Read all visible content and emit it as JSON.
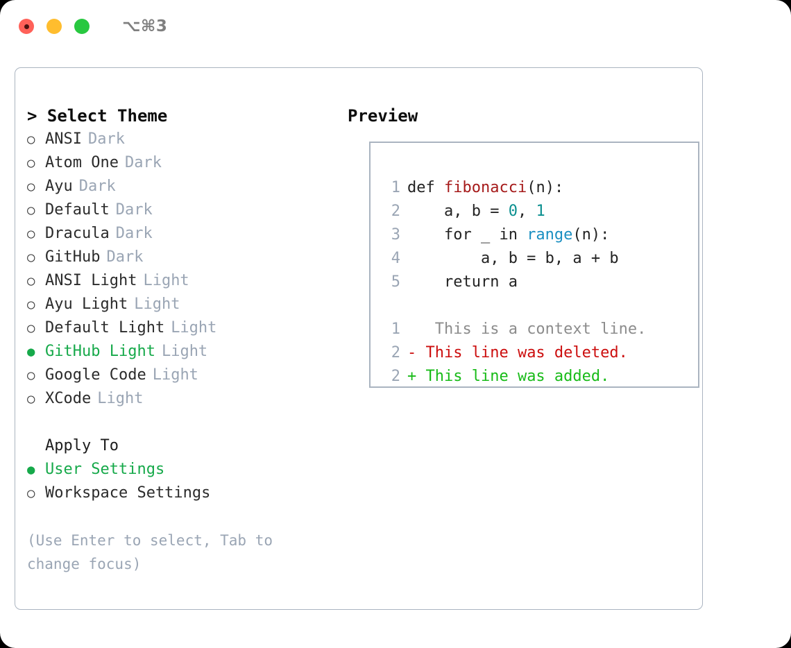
{
  "window": {
    "shortcut": "⌥⌘3",
    "traffic_lights": [
      "close-red",
      "minimize-yellow",
      "maximize-green"
    ]
  },
  "colors": {
    "accent_green": "#16a94a",
    "muted": "#9aa5b4",
    "text": "#2b2b2b",
    "border": "#aab4c0",
    "diff_add": "#18bb18",
    "diff_del": "#cc0e0e",
    "fn": "#a61b1b",
    "num": "#0a8f8f",
    "call": "#1a8fc1"
  },
  "left": {
    "title": "> Select Theme",
    "themes": [
      {
        "marker": "○",
        "name": "ANSI",
        "tag": "Dark",
        "selected": false
      },
      {
        "marker": "○",
        "name": "Atom One",
        "tag": "Dark",
        "selected": false
      },
      {
        "marker": "○",
        "name": "Ayu",
        "tag": "Dark",
        "selected": false
      },
      {
        "marker": "○",
        "name": "Default",
        "tag": "Dark",
        "selected": false
      },
      {
        "marker": "○",
        "name": "Dracula",
        "tag": "Dark",
        "selected": false
      },
      {
        "marker": "○",
        "name": "GitHub",
        "tag": "Dark",
        "selected": false
      },
      {
        "marker": "○",
        "name": "ANSI Light",
        "tag": "Light",
        "selected": false
      },
      {
        "marker": "○",
        "name": "Ayu Light",
        "tag": "Light",
        "selected": false
      },
      {
        "marker": "○",
        "name": "Default Light",
        "tag": "Light",
        "selected": false
      },
      {
        "marker": "●",
        "name": "GitHub Light",
        "tag": "Light",
        "selected": true
      },
      {
        "marker": "○",
        "name": "Google Code",
        "tag": "Light",
        "selected": false
      },
      {
        "marker": "○",
        "name": "XCode",
        "tag": "Light",
        "selected": false
      }
    ],
    "apply_to_label": "Apply To",
    "apply_to": [
      {
        "marker": "●",
        "name": "User Settings",
        "selected": true
      },
      {
        "marker": "○",
        "name": "Workspace Settings",
        "selected": false
      }
    ],
    "hint": "(Use Enter to select, Tab to change focus)"
  },
  "right": {
    "title": "Preview",
    "code_lines": [
      {
        "no": "1",
        "segments": [
          {
            "text": "def ",
            "style": "ctext"
          },
          {
            "text": "fibonacci",
            "style": "tok-fn"
          },
          {
            "text": "(n):",
            "style": "ctext"
          }
        ]
      },
      {
        "no": "2",
        "segments": [
          {
            "text": "    a, b = ",
            "style": "ctext"
          },
          {
            "text": "0",
            "style": "tok-num"
          },
          {
            "text": ", ",
            "style": "ctext"
          },
          {
            "text": "1",
            "style": "tok-num"
          }
        ]
      },
      {
        "no": "3",
        "segments": [
          {
            "text": "    for _ in ",
            "style": "ctext"
          },
          {
            "text": "range",
            "style": "tok-call"
          },
          {
            "text": "(n):",
            "style": "ctext"
          }
        ]
      },
      {
        "no": "4",
        "segments": [
          {
            "text": "        a, b = b, a + b",
            "style": "ctext"
          }
        ]
      },
      {
        "no": "5",
        "segments": [
          {
            "text": "    return a",
            "style": "ctext"
          }
        ]
      }
    ],
    "diff_lines": [
      {
        "no": "1",
        "sign": " ",
        "text": "  This is a context line.",
        "style": "diff-ctx"
      },
      {
        "no": "2",
        "sign": "-",
        "text": " This line was deleted.",
        "style": "diff-del"
      },
      {
        "no": "2",
        "sign": "+",
        "text": " This line was added.",
        "style": "diff-add"
      }
    ]
  }
}
